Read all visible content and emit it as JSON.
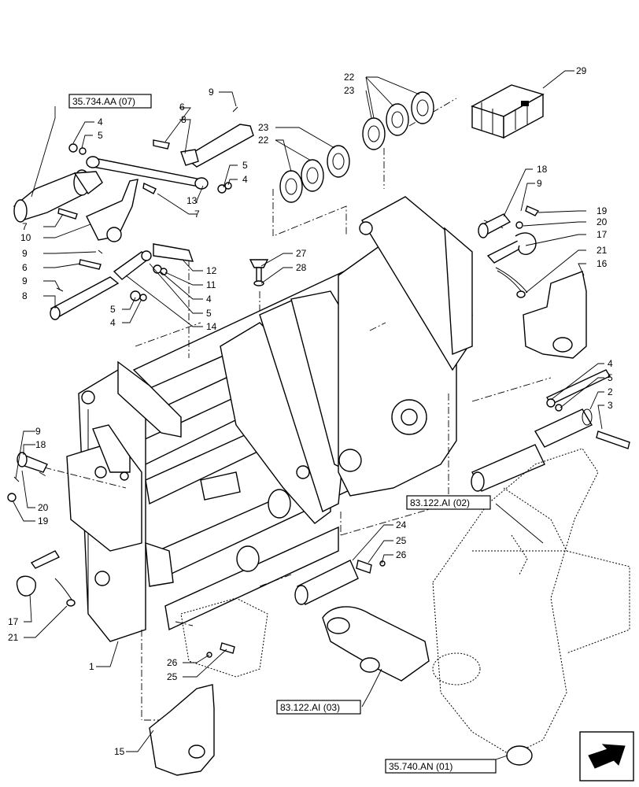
{
  "part_labels": [
    "1",
    "2",
    "3",
    "4",
    "5",
    "6",
    "7",
    "8",
    "9",
    "10",
    "11",
    "12",
    "13",
    "14",
    "15",
    "16",
    "17",
    "18",
    "19",
    "20",
    "21",
    "22",
    "23",
    "24",
    "25",
    "26",
    "27",
    "28",
    "29"
  ],
  "references": {
    "top_left": "35.734.AA (07)",
    "mid_right": "83.122.AI (02)",
    "bottom_center": "83.122.AI (03)",
    "bottom_right": "35.740.AN (01)"
  },
  "nav_icon": "arrow-next-icon"
}
